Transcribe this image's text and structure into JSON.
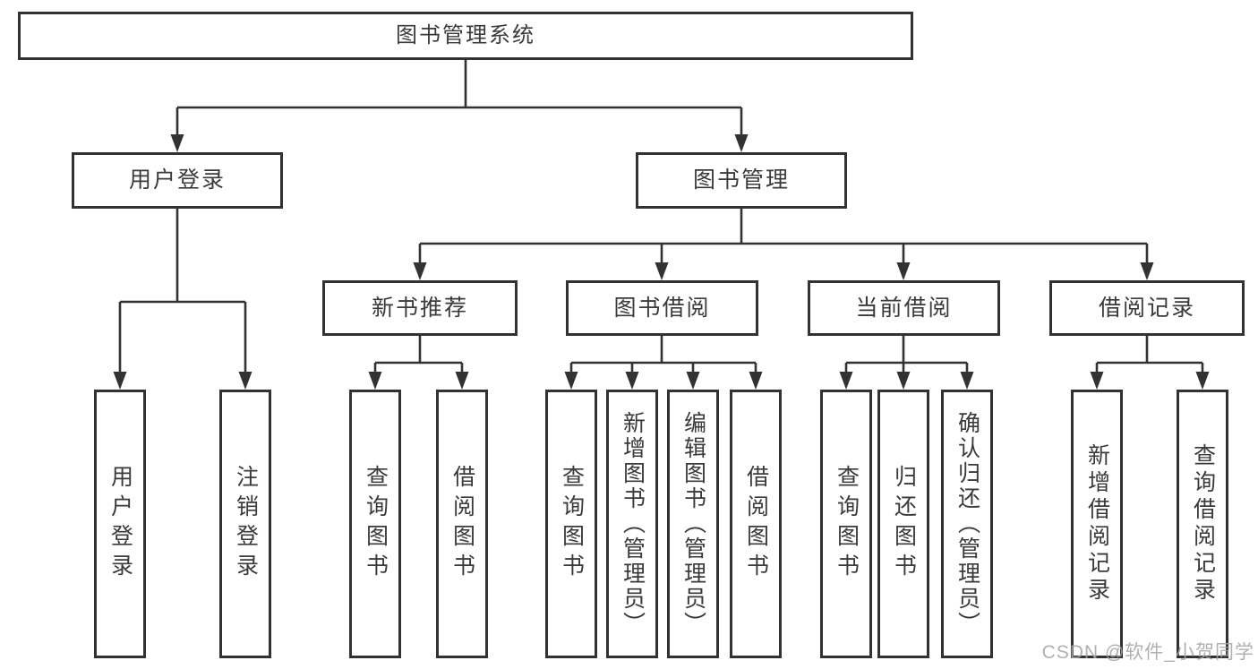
{
  "tree": {
    "root": {
      "label": "图书管理系统"
    },
    "user_login": {
      "label": "用户登录",
      "children": {
        "login": {
          "label": "用户登录"
        },
        "logout": {
          "label": "注销登录"
        }
      }
    },
    "book_mgmt": {
      "label": "图书管理",
      "children": {
        "new_book_rec": {
          "label": "新书推荐",
          "children": {
            "query_books": {
              "label": "查询图书"
            },
            "borrow_books": {
              "label": "借阅图书"
            }
          }
        },
        "book_borrow": {
          "label": "图书借阅",
          "children": {
            "query_books": {
              "label": "查询图书"
            },
            "add_books_admin": {
              "label": "新增图书（管理员）"
            },
            "edit_books_admin": {
              "label": "编辑图书（管理员）"
            },
            "borrow_books": {
              "label": "借阅图书"
            }
          }
        },
        "current_borrow": {
          "label": "当前借阅",
          "children": {
            "query_books": {
              "label": "查询图书"
            },
            "return_books": {
              "label": "归还图书"
            },
            "confirm_return_admin": {
              "label": "确认归还（管理员）"
            }
          }
        },
        "borrow_records": {
          "label": "借阅记录",
          "children": {
            "add_borrow_record": {
              "label": "新增借阅记录"
            },
            "query_borrow_record": {
              "label": "查询借阅记录"
            }
          }
        }
      }
    }
  },
  "colors": {
    "line": "#323232",
    "text": "#3a3a3a",
    "watermark": "#a5a5a5"
  },
  "watermark": {
    "text": "CSDN @软件_小贺同学"
  }
}
